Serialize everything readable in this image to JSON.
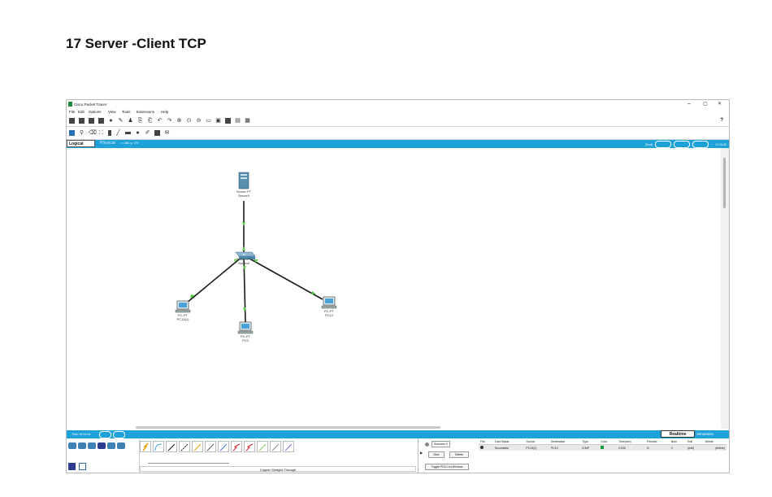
{
  "document": {
    "heading": "17 Server -Client TCP"
  },
  "window": {
    "title": "Cisco Packet Tracer",
    "controls": [
      "–",
      "▢",
      "✕"
    ],
    "menu": [
      "File",
      "Edit",
      "Options",
      "View",
      "Tools",
      "Extensions",
      "Help"
    ],
    "help_label": "?"
  },
  "tabs": {
    "logical": "Logical",
    "physical": "Physical",
    "coords": "x: 380, y: 179",
    "root": "[Root]",
    "clock": "07:25:38"
  },
  "topology": {
    "server": {
      "model": "Server-PT",
      "name": "Server0"
    },
    "switch": {
      "model": "Switch-PT",
      "name": "Switch0"
    },
    "pc_left": {
      "model": "PC-PT",
      "name": "PC13(1)"
    },
    "pc_mid": {
      "model": "PC-PT",
      "name": "PC0"
    },
    "pc_right": {
      "model": "PC-PT",
      "name": "PC13"
    }
  },
  "status": {
    "time": "Time: 00:14:04",
    "realtime": "Realtime",
    "simulation": "Simulation"
  },
  "bottom": {
    "connection_label": "Copper Straight-Through",
    "scenario": "Scenario 0",
    "new_label": "New",
    "delete_label": "Delete",
    "toggle_label": "Toggle PDU List Window",
    "pdu_headers": [
      "Fire",
      "Last Status",
      "Source",
      "Destination",
      "Type",
      "Color",
      "Time(sec)",
      "Periodic",
      "Num",
      "Edit",
      "Delete"
    ],
    "pdu_row": {
      "status": "Successful",
      "source": "PC13(1)",
      "destination": "PC13",
      "type": "ICMP",
      "time": "0.000",
      "periodic": "N",
      "num": "0",
      "edit": "(edit)",
      "delete": "(delete)"
    },
    "pdu_color": "#1a9a3c"
  },
  "colors": {
    "accent": "#1ca1d9",
    "link": "#1a1a1a",
    "link_light": "#5ccf4a"
  }
}
